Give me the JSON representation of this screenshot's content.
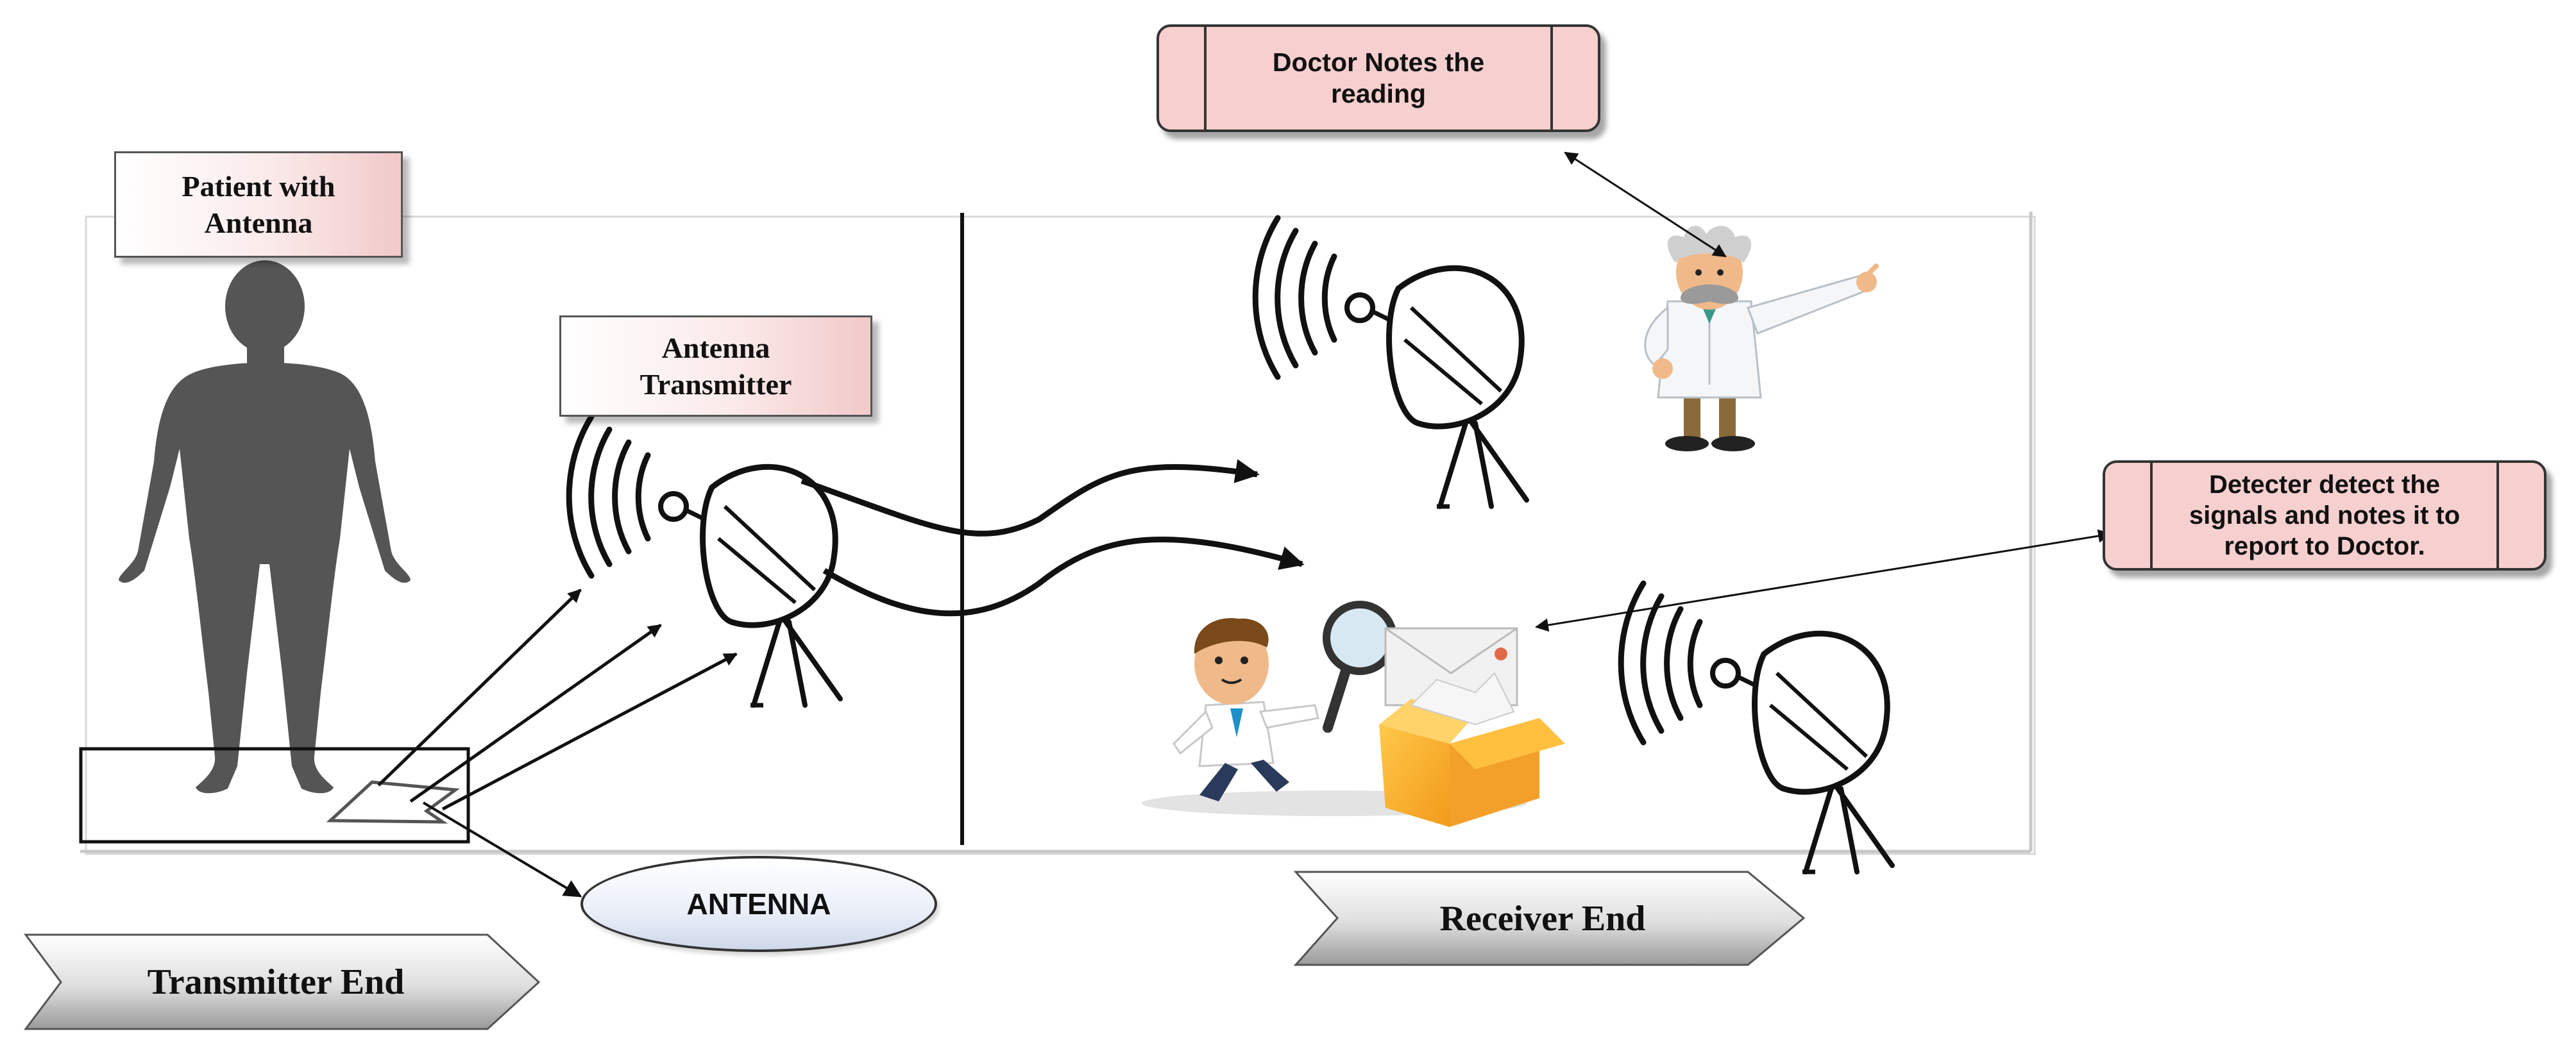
{
  "labels": {
    "patient": "Patient with Antenna",
    "antenna_transmitter": "Antenna Transmitter",
    "doctor_notes": "Doctor Notes the reading",
    "detecter": "Detecter detect the signals and notes it to report to Doctor.",
    "antenna": "ANTENNA",
    "transmitter_end": "Transmitter End",
    "receiver_end": "Receiver End"
  },
  "icons": {
    "human": "human-silhouette-icon",
    "dish": "satellite-dish-icon",
    "doctor": "doctor-icon",
    "detective": "detective-icon",
    "magnifier": "magnifying-glass-icon",
    "envelope": "envelope-icon",
    "box": "open-box-icon",
    "antenna_patch": "antenna-patch-icon"
  },
  "colors": {
    "label_fill": "#f6cfcf",
    "silhouette": "#555555",
    "line": "#111111",
    "oval_fill": "#e9eef8",
    "banner_fill": "#e0e0e0"
  }
}
